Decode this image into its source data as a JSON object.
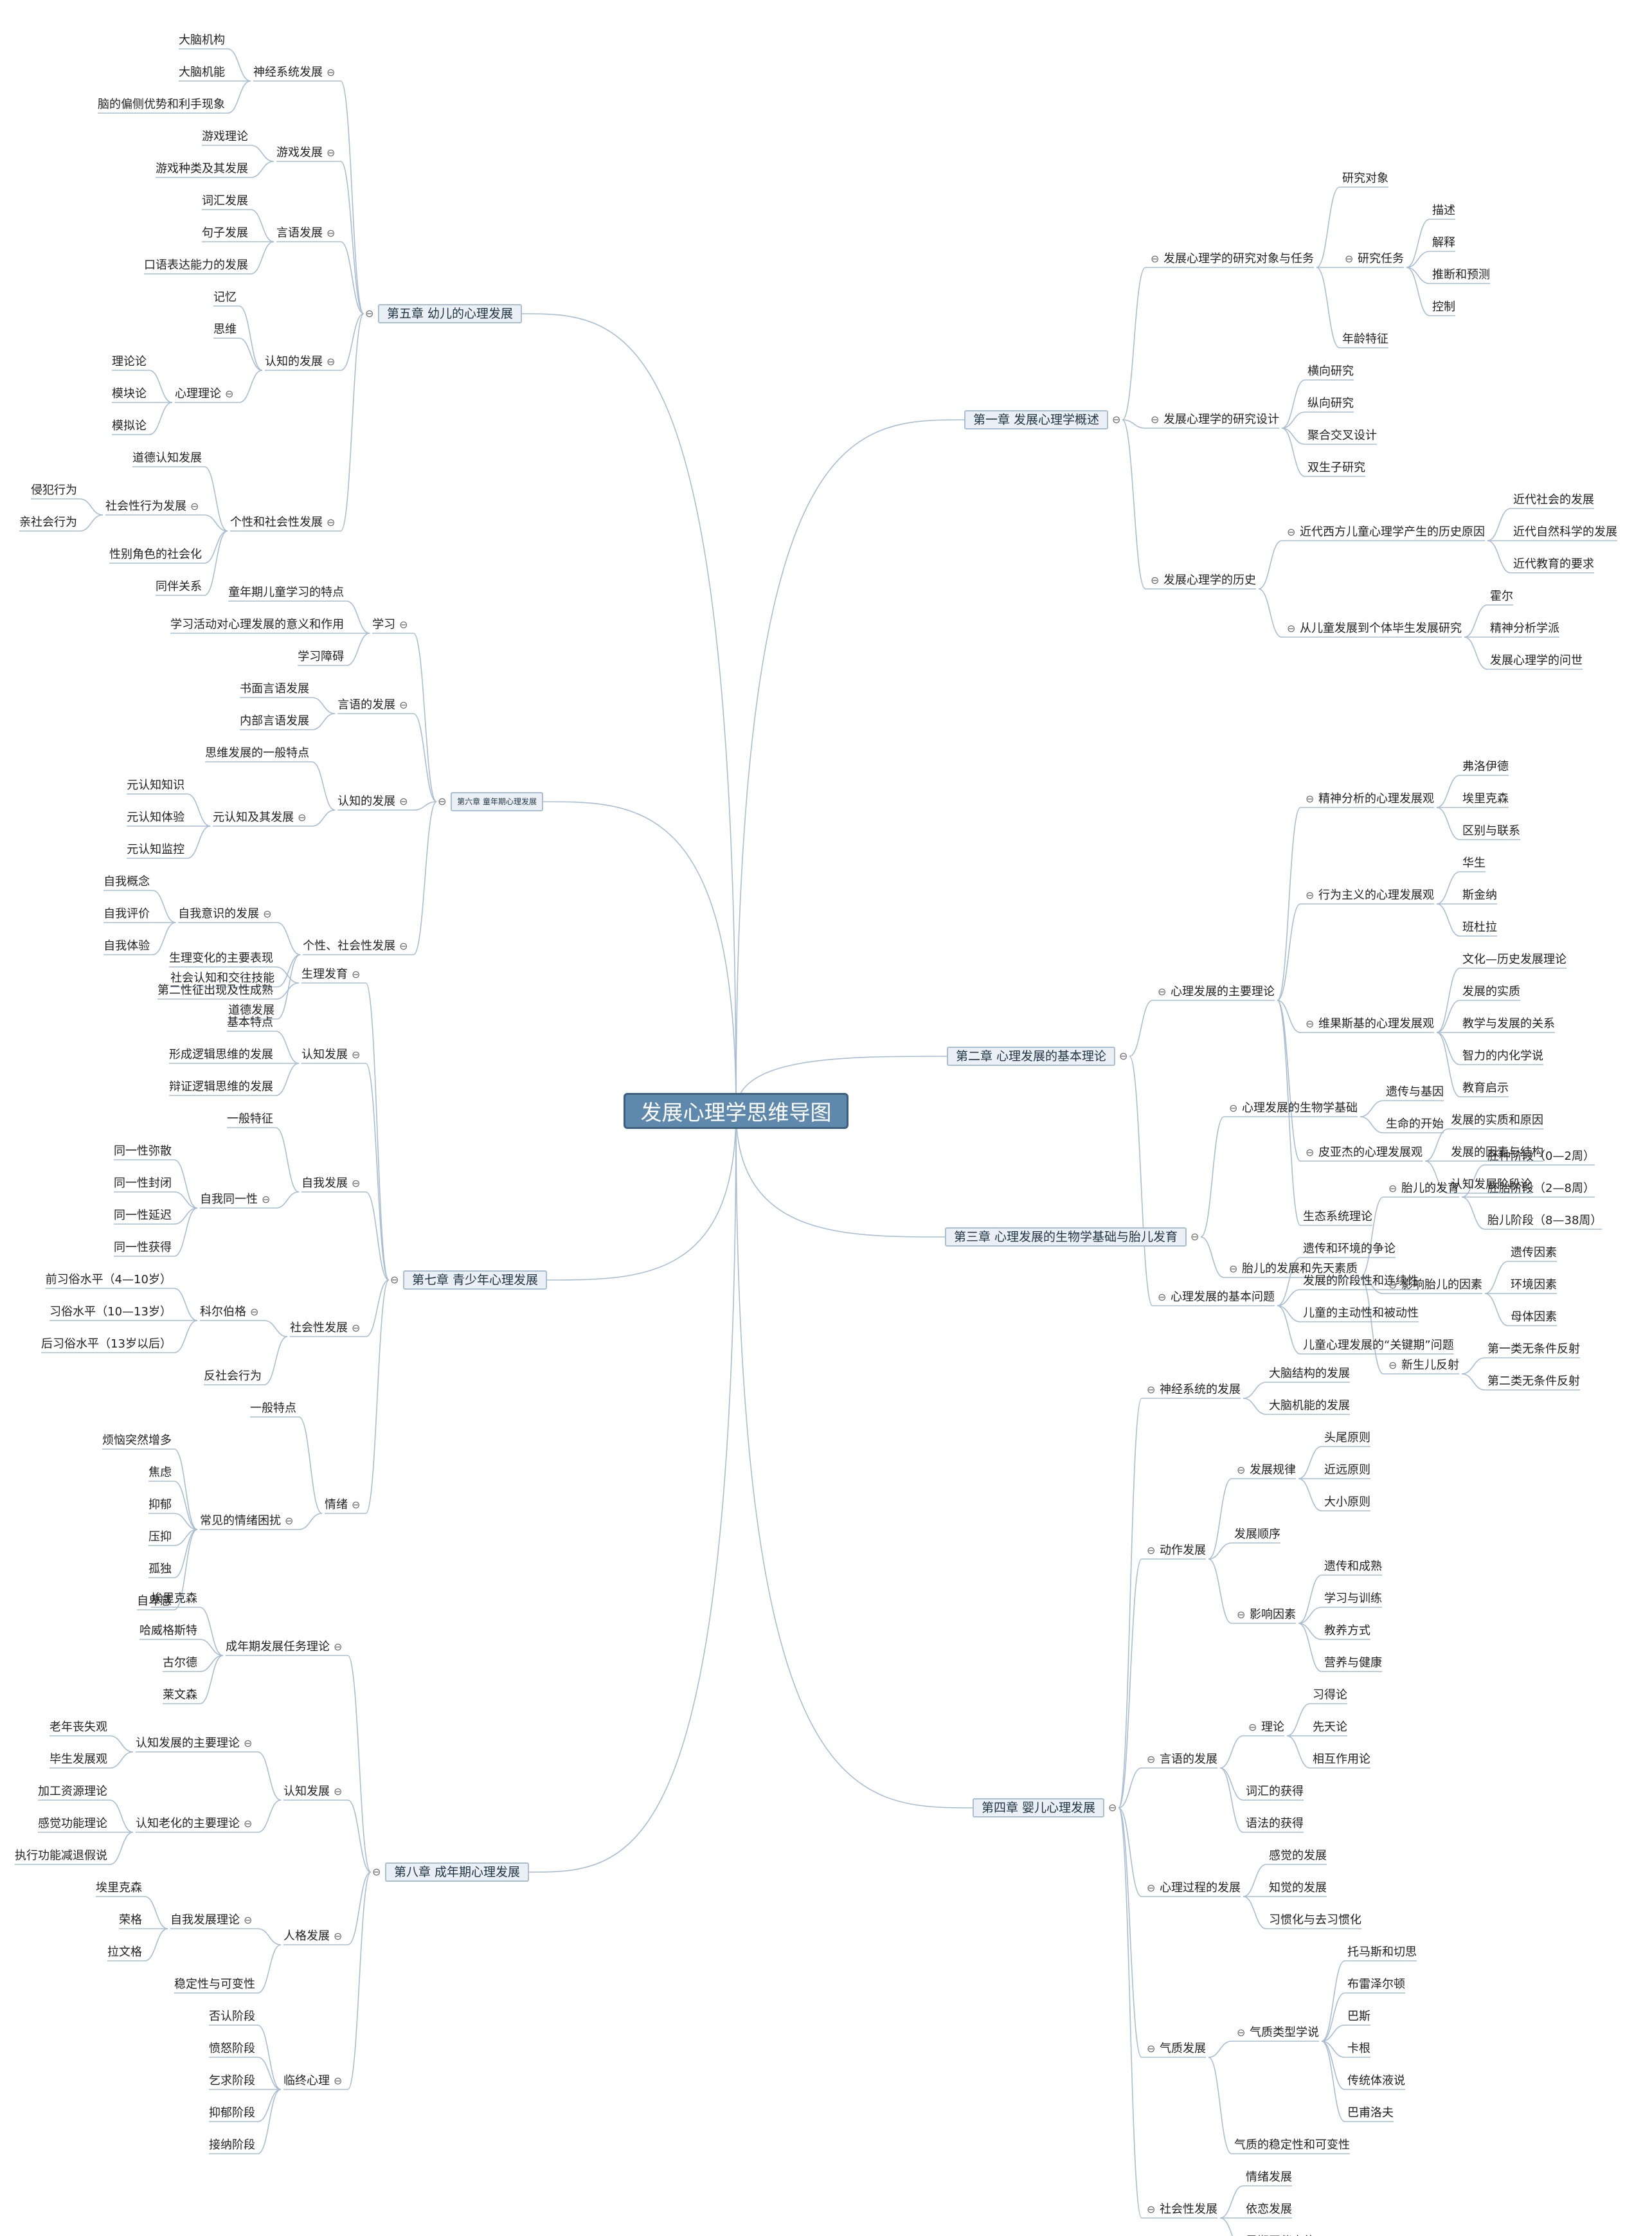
{
  "title": "发展心理学思维导图",
  "accent_colors": {
    "root_fill": "#5f89ac",
    "root_border": "#3c5f7e",
    "chapter_fill": "#eaf0f6",
    "chapter_border": "#a9bed0",
    "link": "#a8bdd2"
  },
  "collapse_glyph": "⊖",
  "chapters": [
    {
      "label": "第一章 发展心理学概述",
      "children": [
        {
          "label": "发展心理学的研究对象与任务",
          "children": [
            {
              "label": "研究对象"
            },
            {
              "label": "研究任务",
              "children": [
                {
                  "label": "描述"
                },
                {
                  "label": "解释"
                },
                {
                  "label": "推断和预测"
                },
                {
                  "label": "控制"
                }
              ]
            },
            {
              "label": "年龄特征"
            }
          ]
        },
        {
          "label": "发展心理学的研究设计",
          "children": [
            {
              "label": "横向研究"
            },
            {
              "label": "纵向研究"
            },
            {
              "label": "聚合交叉设计"
            },
            {
              "label": "双生子研究"
            }
          ]
        },
        {
          "label": "发展心理学的历史",
          "children": [
            {
              "label": "近代西方儿童心理学产生的历史原因",
              "children": [
                {
                  "label": "近代社会的发展"
                },
                {
                  "label": "近代自然科学的发展"
                },
                {
                  "label": "近代教育的要求"
                }
              ]
            },
            {
              "label": "从儿童发展到个体毕生发展研究",
              "children": [
                {
                  "label": "霍尔"
                },
                {
                  "label": "精神分析学派"
                },
                {
                  "label": "发展心理学的问世"
                }
              ]
            }
          ]
        }
      ]
    },
    {
      "label": "第二章 心理发展的基本理论",
      "children": [
        {
          "label": "心理发展的主要理论",
          "children": [
            {
              "label": "精神分析的心理发展观",
              "children": [
                {
                  "label": "弗洛伊德"
                },
                {
                  "label": "埃里克森"
                },
                {
                  "label": "区别与联系"
                }
              ]
            },
            {
              "label": "行为主义的心理发展观",
              "children": [
                {
                  "label": "华生"
                },
                {
                  "label": "斯金纳"
                },
                {
                  "label": "班杜拉"
                }
              ]
            },
            {
              "label": "维果斯基的心理发展观",
              "children": [
                {
                  "label": "文化—历史发展理论"
                },
                {
                  "label": "发展的实质"
                },
                {
                  "label": "教学与发展的关系"
                },
                {
                  "label": "智力的内化学说"
                },
                {
                  "label": "教育启示"
                }
              ]
            },
            {
              "label": "皮亚杰的心理发展观",
              "children": [
                {
                  "label": "发展的实质和原因"
                },
                {
                  "label": "发展的因素与结构"
                },
                {
                  "label": "认知发展阶段论"
                }
              ]
            },
            {
              "label": "生态系统理论"
            }
          ]
        },
        {
          "label": "心理发展的基本问题",
          "children": [
            {
              "label": "遗传和环境的争论"
            },
            {
              "label": "发展的阶段性和连续性"
            },
            {
              "label": "儿童的主动性和被动性"
            },
            {
              "label": "儿童心理发展的“关键期”问题"
            }
          ]
        }
      ]
    },
    {
      "label": "第三章 心理发展的生物学基础与胎儿发育",
      "children": [
        {
          "label": "心理发展的生物学基础",
          "children": [
            {
              "label": "遗传与基因"
            },
            {
              "label": "生命的开始"
            }
          ]
        },
        {
          "label": "胎儿的发展和先天素质",
          "children": [
            {
              "label": "胎儿的发育",
              "children": [
                {
                  "label": "胚种阶段（0—2周）"
                },
                {
                  "label": "胚胎阶段（2—8周）"
                },
                {
                  "label": "胎儿阶段（8—38周）"
                }
              ]
            },
            {
              "label": "影响胎儿的因素",
              "children": [
                {
                  "label": "遗传因素"
                },
                {
                  "label": "环境因素"
                },
                {
                  "label": "母体因素"
                }
              ]
            },
            {
              "label": "新生儿反射",
              "children": [
                {
                  "label": "第一类无条件反射"
                },
                {
                  "label": "第二类无条件反射"
                }
              ]
            }
          ]
        }
      ]
    },
    {
      "label": "第四章 婴儿心理发展",
      "children": [
        {
          "label": "神经系统的发展",
          "children": [
            {
              "label": "大脑结构的发展"
            },
            {
              "label": "大脑机能的发展"
            }
          ]
        },
        {
          "label": "动作发展",
          "children": [
            {
              "label": "发展规律",
              "children": [
                {
                  "label": "头尾原则"
                },
                {
                  "label": "近远原则"
                },
                {
                  "label": "大小原则"
                }
              ]
            },
            {
              "label": "发展顺序"
            },
            {
              "label": "影响因素",
              "children": [
                {
                  "label": "遗传和成熟"
                },
                {
                  "label": "学习与训练"
                },
                {
                  "label": "教养方式"
                },
                {
                  "label": "营养与健康"
                }
              ]
            }
          ]
        },
        {
          "label": "言语的发展",
          "children": [
            {
              "label": "理论",
              "children": [
                {
                  "label": "习得论"
                },
                {
                  "label": "先天论"
                },
                {
                  "label": "相互作用论"
                }
              ]
            },
            {
              "label": "词汇的获得"
            },
            {
              "label": "语法的获得"
            }
          ]
        },
        {
          "label": "心理过程的发展",
          "children": [
            {
              "label": "感觉的发展"
            },
            {
              "label": "知觉的发展"
            },
            {
              "label": "习惯化与去习惯化"
            }
          ]
        },
        {
          "label": "气质发展",
          "children": [
            {
              "label": "气质类型学说",
              "children": [
                {
                  "label": "托马斯和切思"
                },
                {
                  "label": "布雷泽尔顿"
                },
                {
                  "label": "巴斯"
                },
                {
                  "label": "卡根"
                },
                {
                  "label": "传统体液说"
                },
                {
                  "label": "巴甫洛夫"
                }
              ]
            },
            {
              "label": "气质的稳定性和可变性"
            }
          ]
        },
        {
          "label": "社会性发展",
          "children": [
            {
              "label": "情绪发展"
            },
            {
              "label": "依恋发展"
            },
            {
              "label": "早期同伴交往"
            }
          ]
        }
      ]
    },
    {
      "label": "第五章 幼儿的心理发展",
      "children": [
        {
          "label": "神经系统发展",
          "children": [
            {
              "label": "大脑机构"
            },
            {
              "label": "大脑机能"
            },
            {
              "label": "脑的偏侧优势和利手现象"
            }
          ]
        },
        {
          "label": "游戏发展",
          "children": [
            {
              "label": "游戏理论"
            },
            {
              "label": "游戏种类及其发展"
            }
          ]
        },
        {
          "label": "言语发展",
          "children": [
            {
              "label": "词汇发展"
            },
            {
              "label": "句子发展"
            },
            {
              "label": "口语表达能力的发展"
            }
          ]
        },
        {
          "label": "认知的发展",
          "children": [
            {
              "label": "记忆"
            },
            {
              "label": "思维"
            },
            {
              "label": "心理理论",
              "children": [
                {
                  "label": "理论论"
                },
                {
                  "label": "模块论"
                },
                {
                  "label": "模拟论"
                }
              ]
            }
          ]
        },
        {
          "label": "个性和社会性发展",
          "children": [
            {
              "label": "道德认知发展"
            },
            {
              "label": "社会性行为发展",
              "children": [
                {
                  "label": "侵犯行为"
                },
                {
                  "label": "亲社会行为"
                }
              ]
            },
            {
              "label": "性别角色的社会化"
            },
            {
              "label": "同伴关系"
            }
          ]
        }
      ]
    },
    {
      "label": "第六章 童年期心理发展",
      "children": [
        {
          "label": "学习",
          "children": [
            {
              "label": "童年期儿童学习的特点"
            },
            {
              "label": "学习活动对心理发展的意义和作用"
            },
            {
              "label": "学习障碍"
            }
          ]
        },
        {
          "label": "言语的发展",
          "children": [
            {
              "label": "书面言语发展"
            },
            {
              "label": "内部言语发展"
            }
          ]
        },
        {
          "label": "认知的发展",
          "children": [
            {
              "label": "思维发展的一般特点"
            },
            {
              "label": "元认知及其发展",
              "children": [
                {
                  "label": "元认知知识"
                },
                {
                  "label": "元认知体验"
                },
                {
                  "label": "元认知监控"
                }
              ]
            }
          ]
        },
        {
          "label": "个性、社会性发展",
          "children": [
            {
              "label": "自我意识的发展",
              "children": [
                {
                  "label": "自我概念"
                },
                {
                  "label": "自我评价"
                },
                {
                  "label": "自我体验"
                }
              ]
            },
            {
              "label": "社会认知和交往技能"
            },
            {
              "label": "道德发展"
            }
          ]
        }
      ]
    },
    {
      "label": "第七章 青少年心理发展",
      "children": [
        {
          "label": "生理发育",
          "children": [
            {
              "label": "生理变化的主要表现"
            },
            {
              "label": "第二性征出现及性成熟"
            }
          ]
        },
        {
          "label": "认知发展",
          "children": [
            {
              "label": "基本特点"
            },
            {
              "label": "形成逻辑思维的发展"
            },
            {
              "label": "辩证逻辑思维的发展"
            }
          ]
        },
        {
          "label": "自我发展",
          "children": [
            {
              "label": "一般特征"
            },
            {
              "label": "自我同一性",
              "children": [
                {
                  "label": "同一性弥散"
                },
                {
                  "label": "同一性封闭"
                },
                {
                  "label": "同一性延迟"
                },
                {
                  "label": "同一性获得"
                }
              ]
            }
          ]
        },
        {
          "label": "社会性发展",
          "children": [
            {
              "label": "科尔伯格",
              "children": [
                {
                  "label": "前习俗水平（4—10岁）"
                },
                {
                  "label": "习俗水平（10—13岁）"
                },
                {
                  "label": "后习俗水平（13岁以后）"
                }
              ]
            },
            {
              "label": "反社会行为"
            }
          ]
        },
        {
          "label": "情绪",
          "children": [
            {
              "label": "一般特点"
            },
            {
              "label": "常见的情绪困扰",
              "children": [
                {
                  "label": "烦恼突然增多"
                },
                {
                  "label": "焦虑"
                },
                {
                  "label": "抑郁"
                },
                {
                  "label": "压抑"
                },
                {
                  "label": "孤独"
                },
                {
                  "label": "自卑感"
                }
              ]
            }
          ]
        }
      ]
    },
    {
      "label": "第八章 成年期心理发展",
      "children": [
        {
          "label": "成年期发展任务理论",
          "children": [
            {
              "label": "埃里克森"
            },
            {
              "label": "哈威格斯特"
            },
            {
              "label": "古尔德"
            },
            {
              "label": "莱文森"
            }
          ]
        },
        {
          "label": "认知发展",
          "children": [
            {
              "label": "认知发展的主要理论",
              "children": [
                {
                  "label": "老年丧失观"
                },
                {
                  "label": "毕生发展观"
                }
              ]
            },
            {
              "label": "认知老化的主要理论",
              "children": [
                {
                  "label": "加工资源理论"
                },
                {
                  "label": "感觉功能理论"
                },
                {
                  "label": "执行功能减退假说"
                }
              ]
            }
          ]
        },
        {
          "label": "人格发展",
          "children": [
            {
              "label": "自我发展理论",
              "children": [
                {
                  "label": "埃里克森"
                },
                {
                  "label": "荣格"
                },
                {
                  "label": "拉文格"
                }
              ]
            },
            {
              "label": "稳定性与可变性"
            }
          ]
        },
        {
          "label": "临终心理",
          "children": [
            {
              "label": "否认阶段"
            },
            {
              "label": "愤怒阶段"
            },
            {
              "label": "乞求阶段"
            },
            {
              "label": "抑郁阶段"
            },
            {
              "label": "接纳阶段"
            }
          ]
        }
      ]
    }
  ]
}
